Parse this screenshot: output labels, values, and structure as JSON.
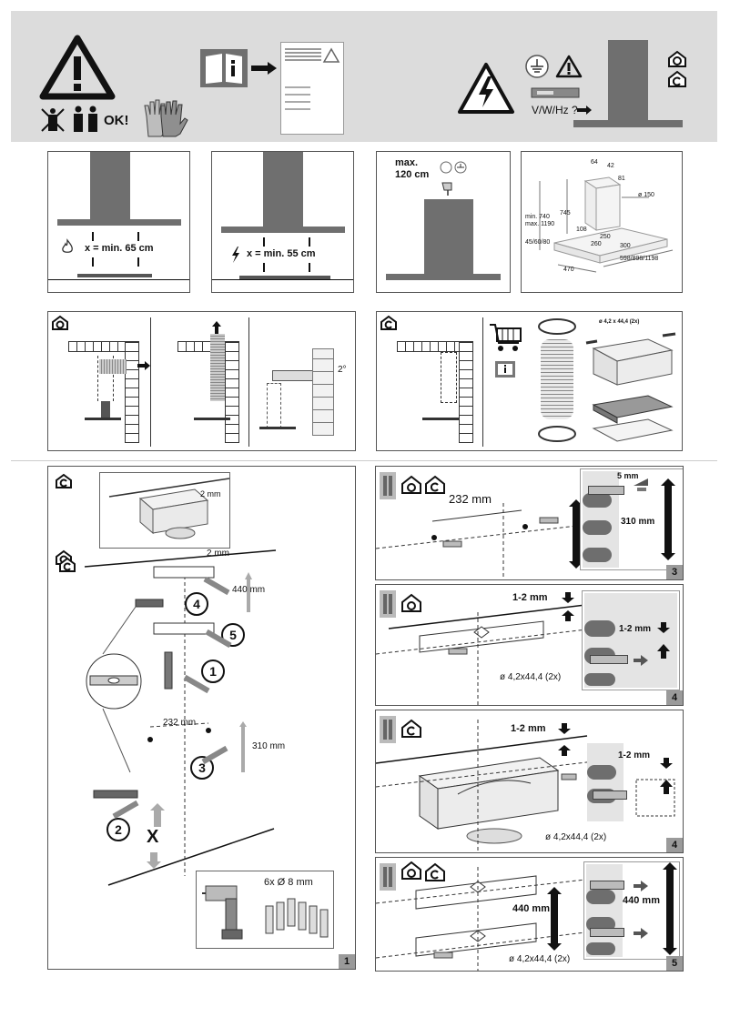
{
  "header": {
    "ok_label": "OK!",
    "voltage_label": "V/W/Hz ?"
  },
  "row1": {
    "gas_clearance": "x = min. 65 cm",
    "electric_clearance": "x = min. 55 cm",
    "max_height": "max.\n120 cm",
    "dims": {
      "d64": "64",
      "d42": "42",
      "d81": "81",
      "d150": "ø 150",
      "min_max": "min. 740\nmax. 1190",
      "d745": "745",
      "d108": "108",
      "d250": "250",
      "d260": "260",
      "d300": "300",
      "heights": "45/60/80",
      "widths": "598/898/1198",
      "d470": "470"
    }
  },
  "row2": {
    "angle": "2°",
    "screw_spec": "ø 4,2 x 44,4 (2x)"
  },
  "step1": {
    "gap_top": "2 mm",
    "gap_mid": "2 mm",
    "d440": "440 mm",
    "d232": "232 mm",
    "d310": "310 mm",
    "markers": [
      "4",
      "5",
      "1",
      "3",
      "2"
    ],
    "x_mark": "X",
    "drill": "6x Ø 8 mm",
    "number": "1"
  },
  "step3": {
    "d232": "232 mm",
    "d5": "5 mm",
    "d310": "310 mm",
    "number": "3"
  },
  "step4a": {
    "gap": "1-2 mm",
    "gap2": "1-2 mm",
    "screw": "ø 4,2x44,4 (2x)",
    "number": "4"
  },
  "step4b": {
    "gap": "1-2 mm",
    "gap2": "1-2 mm",
    "screw": "ø 4,2x44,4 (2x)",
    "number": "4"
  },
  "step5": {
    "d440a": "440 mm",
    "d440b": "440 mm",
    "screw": "ø 4,2x44,4 (2x)",
    "number": "5"
  },
  "colors": {
    "band": "#dcdcdc",
    "hood": "#6f6f6f",
    "brick": "#6e6e6e"
  }
}
